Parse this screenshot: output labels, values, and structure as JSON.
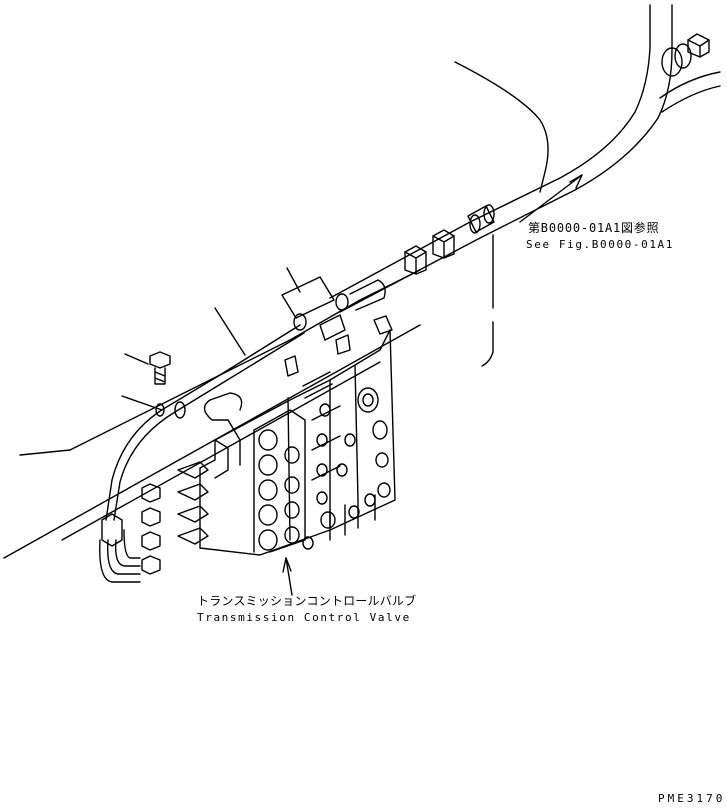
{
  "labels": {
    "reference_jp": "第B0000-01A1図参照",
    "reference_en": "See Fig.B0000-01A1",
    "valve_jp": "トランスミッションコントロールバルブ",
    "valve_en": "Transmission Control Valve",
    "drawing_code": "PME3170"
  },
  "colors": {
    "line": "#000000",
    "background": "#ffffff"
  }
}
